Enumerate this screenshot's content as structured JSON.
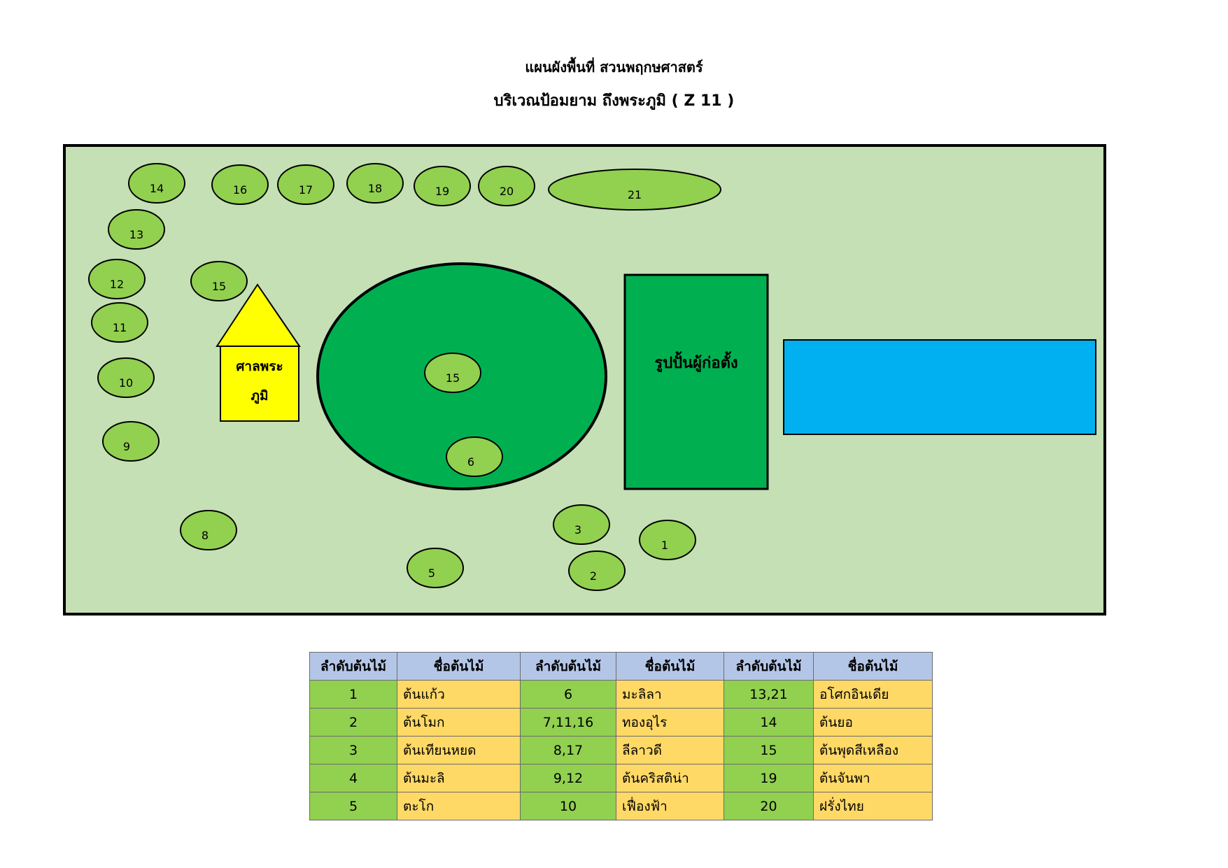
{
  "header": {
    "title": "แผนผังพื้นที่ สวนพฤกษศาสตร์",
    "subtitle": "บริเวณป้อมยาม ถึงพระภูมิ ( Z 11 )"
  },
  "colors": {
    "lawn": "#c5e0b4",
    "tree": "#92d050",
    "garden_circle": "#00b050",
    "shrine": "#ffff00",
    "statue": "#00b050",
    "pond": "#00b0f0",
    "header_fill": "#b4c6e7",
    "number_fill": "#92d050",
    "name_fill": "#ffd966"
  },
  "map": {
    "shrine_label_line1": "ศาลพระ",
    "shrine_label_line2": "ภูมิ",
    "statue_label": "รูปปั้นผู้ก่อตั้ง",
    "trees": [
      "14",
      "16",
      "17",
      "18",
      "19",
      "20",
      "21",
      "13",
      "12",
      "15",
      "11",
      "10",
      "9",
      "8",
      "15",
      "6",
      "3",
      "1",
      "5",
      "2"
    ]
  },
  "legend": {
    "headers": [
      "ลำดับต้นไม้",
      "ชื่อต้นไม้",
      "ลำดับต้นไม้",
      "ชื่อต้นไม้",
      "ลำดับต้นไม้",
      "ชื่อต้นไม้"
    ],
    "rows": [
      [
        "1",
        "ต้นแก้ว",
        "6",
        "มะลิลา",
        "13,21",
        "อโศกอินเดีย"
      ],
      [
        "2",
        "ต้นโมก",
        "7,11,16",
        "ทองอุไร",
        "14",
        "ต้นยอ"
      ],
      [
        "3",
        "ต้นเทียนหยด",
        "8,17",
        "ลีลาวดี",
        "15",
        "ต้นพุดสีเหลือง"
      ],
      [
        "4",
        "ต้นมะลิ",
        "9,12",
        "ต้นคริสติน่า",
        "19",
        "ต้นจันพา"
      ],
      [
        "5",
        "ตะโก",
        "10",
        "เฟื่องฟ้า",
        "20",
        "ฝรั่งไทย"
      ]
    ]
  }
}
